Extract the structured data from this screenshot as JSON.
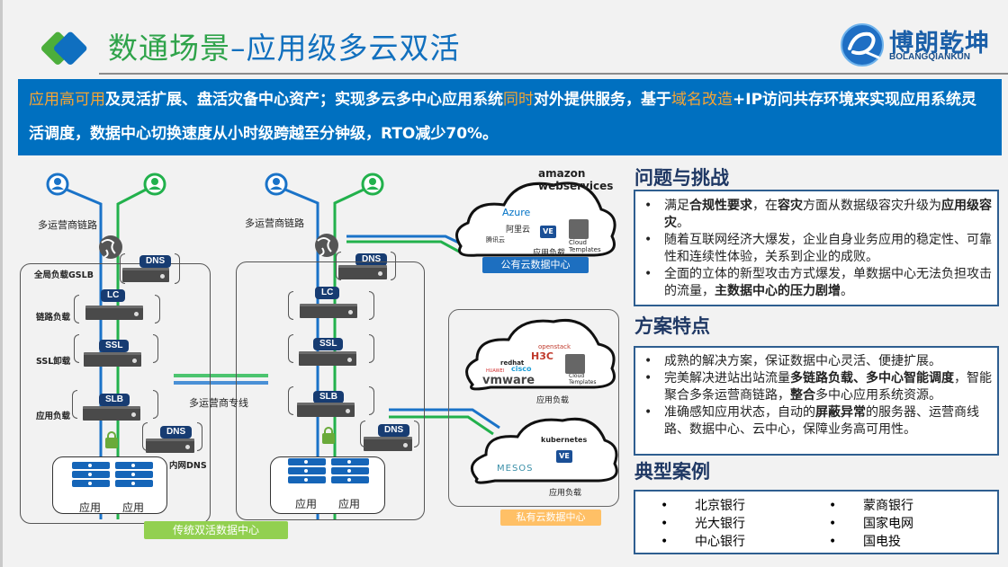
{
  "header": {
    "title_green": "数通场景",
    "title_dash": "–",
    "title_blue": "应用级多云双活",
    "brand_name": "博朗乾坤",
    "brand_sub": "BOLANGQIANKUN"
  },
  "banner": {
    "segments": [
      {
        "text": "应用高可用",
        "highlight": true
      },
      {
        "text": "及灵活扩展、盘活灾备中心资产；实现多云多中心应用系统",
        "highlight": false
      },
      {
        "text": "同时",
        "highlight": true
      },
      {
        "text": "对外提供服务，基于",
        "highlight": false
      },
      {
        "text": "域名改造",
        "highlight": true
      },
      {
        "text": "+IP访问共存环境来实现应用系统灵活调度，数据中心切换速度从小时级跨越至分钟级，RTO减少70%。",
        "highlight": false
      }
    ]
  },
  "problems": {
    "title": "问题与挑战",
    "items": [
      [
        {
          "t": "满足",
          "b": false
        },
        {
          "t": "合规性要求",
          "b": true
        },
        {
          "t": "，在",
          "b": false
        },
        {
          "t": "容灾",
          "b": true
        },
        {
          "t": "方面从数据级容灾升级为",
          "b": false
        },
        {
          "t": "应用级容灾",
          "b": true
        },
        {
          "t": "。",
          "b": false
        }
      ],
      [
        {
          "t": "随着互联网经济大爆发，企业自身业务应用的稳定性、可靠性和连续性体验，关系到企业的成败。",
          "b": false
        }
      ],
      [
        {
          "t": "全面的立体的新型攻击方式爆发，单数据中心无法负担攻击的流量，",
          "b": false
        },
        {
          "t": "主数据中心的压力剧增",
          "b": true
        },
        {
          "t": "。",
          "b": false
        }
      ]
    ]
  },
  "features": {
    "title": "方案特点",
    "items": [
      [
        {
          "t": "成熟的解决方案，保证数据中心灵活、便捷扩展。",
          "b": false
        }
      ],
      [
        {
          "t": "完美解决进站出站流量",
          "b": false
        },
        {
          "t": "多链路负载、多中心智能调度",
          "b": true
        },
        {
          "t": "，智能聚合多条运营商链路，",
          "b": false
        },
        {
          "t": "整合",
          "b": true
        },
        {
          "t": "多中心应用系统资源。",
          "b": false
        }
      ],
      [
        {
          "t": "准确感知应用状态，自动的",
          "b": false
        },
        {
          "t": "屏蔽异常",
          "b": true
        },
        {
          "t": "的服务器、运营商线路、数据中心、云中心，保障业务高可用性。",
          "b": false
        }
      ]
    ]
  },
  "cases": {
    "title": "典型案例",
    "items": [
      "北京银行",
      "蒙商银行",
      "光大银行",
      "国家电网",
      "中心银行",
      "国电投"
    ]
  },
  "diagram": {
    "left_dc": {
      "isp_link_label": "多运营商链路",
      "gslb_label": "全局负载GSLB",
      "link_lb_label": "链路负载",
      "ssl_label": "SSL卸载",
      "app_lb_label": "应用负载",
      "internal_dns_label": "内网DNS",
      "apps": [
        "应用",
        "应用"
      ],
      "tag": "传统双活数据中心"
    },
    "right_dc": {
      "isp_link_label": "多运营商链路",
      "apps": [
        "应用",
        "应用"
      ]
    },
    "badges": {
      "dns": "DNS",
      "lc": "LC",
      "ssl": "SSL",
      "slb": "SLB",
      "ve": "VE"
    },
    "dedicated_line_label": "多运营商专线",
    "public_cloud": {
      "providers": [
        "amazon webservices",
        "Azure",
        "阿里云",
        "腾讯云"
      ],
      "app_lb_label": "应用负载",
      "cloud_templates": "Cloud Templates",
      "tag": "公有云数据中心"
    },
    "private_cloud": {
      "providers_top": [
        "redhat",
        "openstack",
        "H3C",
        "HUAWEI",
        "cisco",
        "vmware"
      ],
      "providers_bottom": [
        "kubernetes",
        "MESOS"
      ],
      "app_lb_label_1": "应用负载",
      "app_lb_label_2": "应用负载",
      "cloud_templates": "Cloud Templates",
      "tag": "私有云数据中心"
    }
  },
  "colors": {
    "brand_blue": "#0070c0",
    "title_green": "#2fa34a",
    "highlight_orange": "#f7a533",
    "section_title": "#1f3864",
    "link_blue": "#1a73c8",
    "link_green": "#22b14c",
    "tag_green": "#92d050",
    "tag_orange": "#ffc066",
    "badge_navy": "#173c72"
  }
}
